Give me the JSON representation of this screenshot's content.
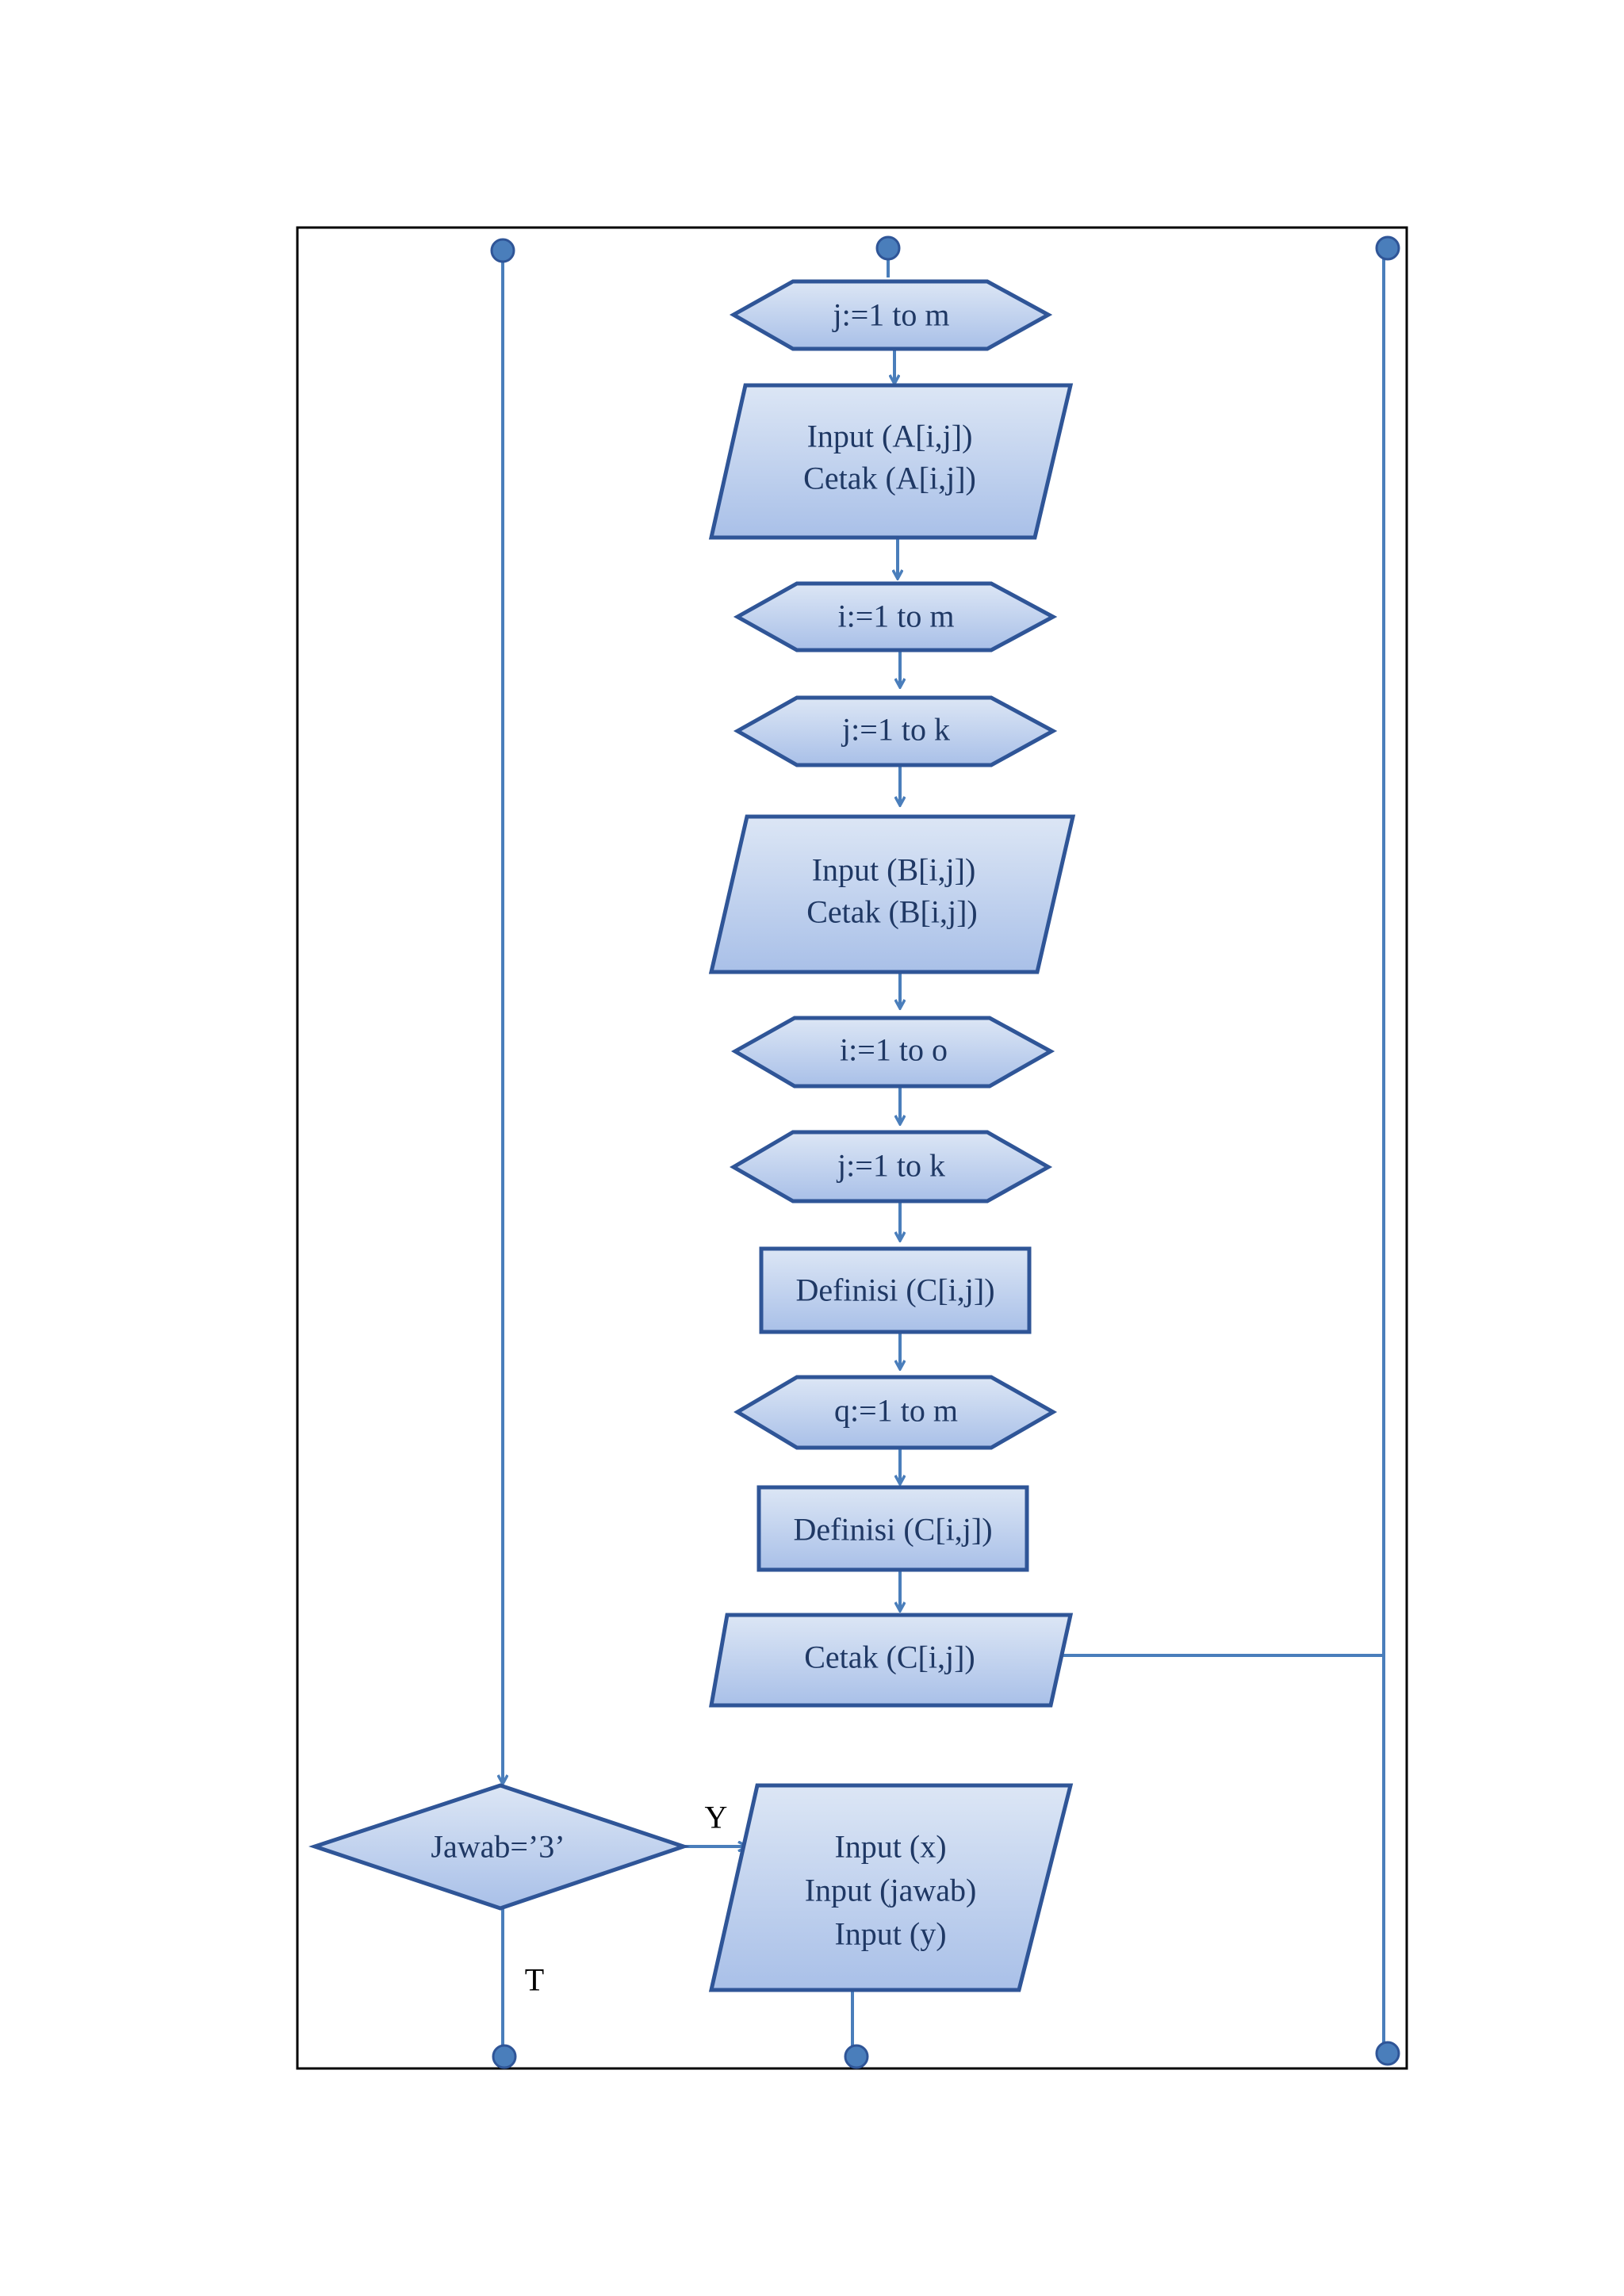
{
  "diagram": {
    "nodes": {
      "loop_j_m": "j:=1  to m",
      "io_a_1": "Input  (A[i,j])",
      "io_a_2": "Cetak (A[i,j])",
      "loop_i_m": "i:=1  to m",
      "loop_j_k": "j:=1  to k",
      "io_b_1": "Input  (B[i,j])",
      "io_b_2": "Cetak (B[i,j])",
      "loop_i_o": "i:=1  to o",
      "loop_j_k_2": "j:=1  to k",
      "def_c_1": "Definisi  (C[i,j])",
      "loop_q_m": "q:=1  to m",
      "def_c_2": "Definisi  (C[i,j])",
      "out_c": "Cetak (C[i,j])",
      "decision": "Jawab=’3’",
      "io_x_1": "Input  (x)",
      "io_x_2": "Input  (jawab)",
      "io_x_3": "Input  (y)"
    },
    "branch_yes": "Y",
    "branch_no": "T"
  },
  "colors": {
    "fill_top": "#dce6f5",
    "fill_bottom": "#a9c0e8",
    "stroke": "#2f5597",
    "connector": "#4a7ebb",
    "text": "#1f3864"
  }
}
